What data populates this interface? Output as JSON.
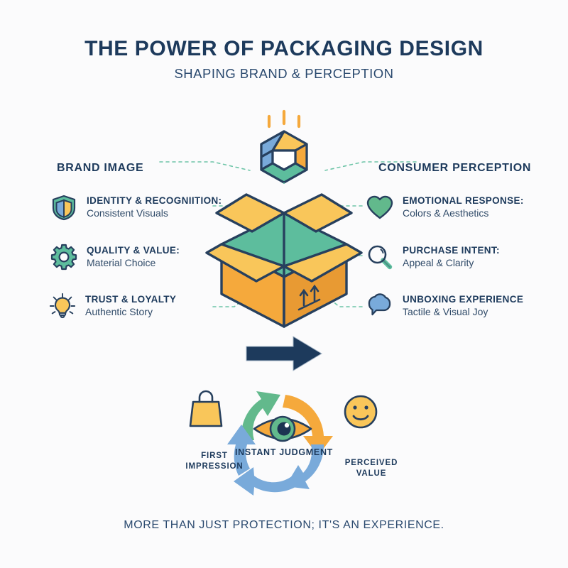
{
  "colors": {
    "background": "#fbfbfc",
    "navy": "#1d3a5c",
    "navy_text": "#2b4a6f",
    "teal": "#5dbd9d",
    "green": "#62b98c",
    "orange": "#f5a93c",
    "yellow": "#f9c65a",
    "blue": "#79aada",
    "light_blue": "#7fa8d6",
    "dotted_line": "#6ec5a8"
  },
  "header": {
    "title": "THE POWER OF PACKAGING DESIGN",
    "subtitle": "SHAPING BRAND & PERCEPTION"
  },
  "columns": {
    "left": {
      "heading": "BRAND IMAGE",
      "items": [
        {
          "icon": "shield-icon",
          "title": "IDENTITY & RECOGNIITION:",
          "subtitle": "Consistent Visuals"
        },
        {
          "icon": "gear-icon",
          "title": "QUALITY & VALUE:",
          "subtitle": "Material Choice"
        },
        {
          "icon": "lightbulb-icon",
          "title": "TRUST & LOYALTY",
          "subtitle": "Authentic Story"
        }
      ]
    },
    "right": {
      "heading": "CONSUMER PERCEPTION",
      "items": [
        {
          "icon": "heart-icon",
          "title": "EMOTIONAL RESPONSE:",
          "subtitle": "Colors & Aesthetics"
        },
        {
          "icon": "magnifier-icon",
          "title": "PURCHASE INTENT:",
          "subtitle": "Appeal & Clarity"
        },
        {
          "icon": "speech-bubble-icon",
          "title": " UNBOXING EXPERIENCE",
          "subtitle": "Tactile & Visual Joy"
        }
      ]
    }
  },
  "center": {
    "logo_icon": "hexagon-cube-logo-icon",
    "box_icon": "open-cardboard-box-icon",
    "flow_arrow_icon": "right-arrow-icon"
  },
  "cycle": {
    "center_label": "INSTANT JUDGMENT",
    "center_icon": "eye-icon",
    "left": {
      "icon": "shopping-bag-icon",
      "label": "FIRST\nIMPRESSION"
    },
    "right": {
      "icon": "smiley-face-icon",
      "label": "PERCEIVED\nVALUE"
    },
    "arrows": [
      {
        "name": "cycle-arrow-green",
        "color": "#62b98c"
      },
      {
        "name": "cycle-arrow-orange",
        "color": "#f5a93c"
      },
      {
        "name": "cycle-arrow-blue-right",
        "color": "#79aada"
      },
      {
        "name": "cycle-arrow-blue-bottom",
        "color": "#79aada"
      },
      {
        "name": "cycle-arrow-blue-left",
        "color": "#79aada"
      }
    ]
  },
  "footer": {
    "tagline": "MORE THAN JUST PROTECTION; IT'S AN EXPERIENCE."
  }
}
